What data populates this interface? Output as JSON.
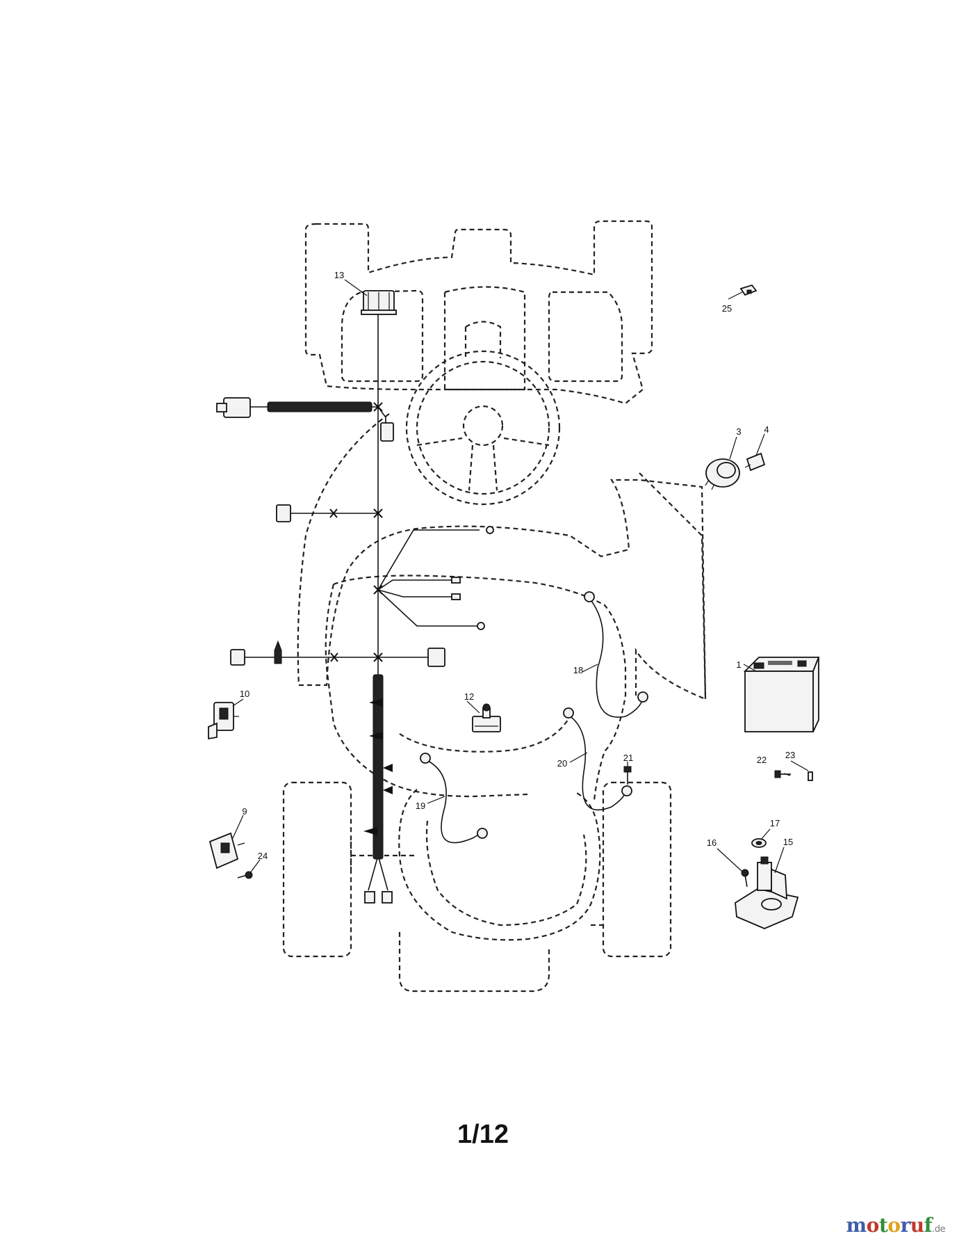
{
  "diagram": {
    "callouts": [
      {
        "id": "c1",
        "label": "1"
      },
      {
        "id": "c3",
        "label": "3"
      },
      {
        "id": "c4",
        "label": "4"
      },
      {
        "id": "c9",
        "label": "9"
      },
      {
        "id": "c10",
        "label": "10"
      },
      {
        "id": "c12",
        "label": "12"
      },
      {
        "id": "c13",
        "label": "13"
      },
      {
        "id": "c15",
        "label": "15"
      },
      {
        "id": "c16",
        "label": "16"
      },
      {
        "id": "c17",
        "label": "17"
      },
      {
        "id": "c18",
        "label": "18"
      },
      {
        "id": "c19",
        "label": "19"
      },
      {
        "id": "c20",
        "label": "20"
      },
      {
        "id": "c21",
        "label": "21"
      },
      {
        "id": "c22",
        "label": "22"
      },
      {
        "id": "c23",
        "label": "23"
      },
      {
        "id": "c24",
        "label": "24"
      },
      {
        "id": "c25",
        "label": "25"
      }
    ]
  },
  "page_number": "1/12",
  "watermark": {
    "letters": [
      {
        "char": "m",
        "color": "#3d5da8"
      },
      {
        "char": "o",
        "color": "#c0392b"
      },
      {
        "char": "t",
        "color": "#2f8f3a"
      },
      {
        "char": "o",
        "color": "#e0a21b"
      },
      {
        "char": "r",
        "color": "#3d5da8"
      },
      {
        "char": "u",
        "color": "#c0392b"
      },
      {
        "char": "f",
        "color": "#2f8f3a"
      }
    ],
    "suffix": ".de"
  }
}
